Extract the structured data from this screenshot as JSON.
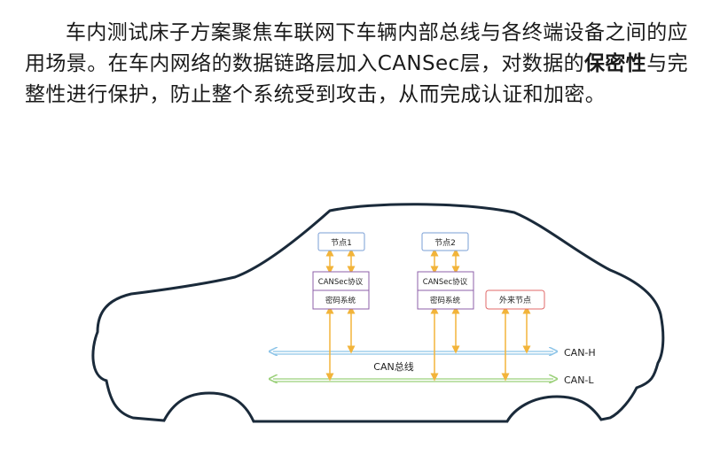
{
  "paragraph": {
    "part1": "车内测试床子方案聚焦车联网下车辆内部总线与各终端设备之间的应用场景。在车内网络的数据链路层加入CANSec层，对数据的",
    "highlight": "保密性",
    "part2": "与完整性进行保护，防止整个系统受到攻击，从而完成认证和加密。"
  },
  "diagram": {
    "node1": {
      "label": "节点1",
      "protocol": "CANSec协议",
      "crypto": "密码系统"
    },
    "node2": {
      "label": "节点2",
      "protocol": "CANSec协议",
      "crypto": "密码系统"
    },
    "external": {
      "label": "外来节点"
    },
    "bus_label": "CAN总线",
    "can_h": "CAN-H",
    "can_l": "CAN-L"
  },
  "colors": {
    "node_blue": "#7a9fd6",
    "protocol_purple": "#8e5fa8",
    "external_red": "#e06a6a",
    "can_h_blue": "#8ec5e8",
    "can_l_green": "#9bd07a",
    "arrow_orange": "#f2b43a",
    "car_outline": "#1a2a3a"
  }
}
